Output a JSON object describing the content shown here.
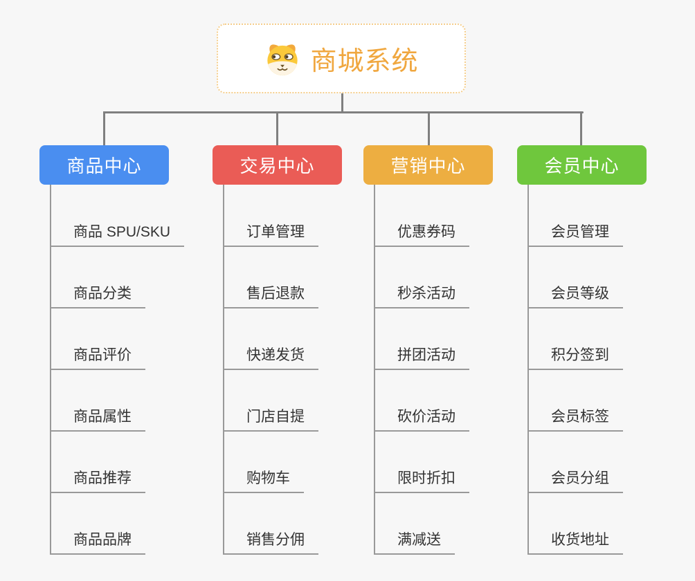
{
  "root": {
    "title": "商城系统",
    "icon": "dog-face-icon",
    "text_color": "#F0A73F",
    "border_color": "#F5CD8A",
    "background": "#FFFFFF"
  },
  "branches": [
    {
      "label": "商品中心",
      "color": "#4A8EF0",
      "children": [
        "商品 SPU/SKU",
        "商品分类",
        "商品评价",
        "商品属性",
        "商品推荐",
        "商品品牌"
      ]
    },
    {
      "label": "交易中心",
      "color": "#EA5C56",
      "children": [
        "订单管理",
        "售后退款",
        "快递发货",
        "门店自提",
        "购物车",
        "销售分佣"
      ]
    },
    {
      "label": "营销中心",
      "color": "#EDAE41",
      "children": [
        "优惠券码",
        "秒杀活动",
        "拼团活动",
        "砍价活动",
        "限时折扣",
        "满减送"
      ]
    },
    {
      "label": "会员中心",
      "color": "#6FC73D",
      "children": [
        "会员管理",
        "会员等级",
        "积分签到",
        "会员标签",
        "会员分组",
        "收货地址"
      ]
    }
  ],
  "style": {
    "canvas_background": "#F7F7F7",
    "connector_color": "#7F7F7F",
    "leaf_line_color": "#999999",
    "leaf_text_color": "#333333"
  }
}
